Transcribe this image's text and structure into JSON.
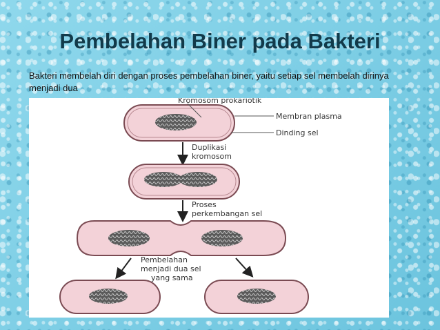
{
  "slide": {
    "title": "Pembelahan Biner pada Bakteri",
    "subtitle": "Bakteri membelah diri dengan proses pembelahan biner, yaitu setiap sel membelah dirinya menjadi dua"
  },
  "figure": {
    "label_chromosome": "Kromosom prokariotik",
    "label_membrane": "Membran plasma",
    "label_wall": "Dinding sel",
    "step1_line1": "Duplikasi",
    "step1_line2": "kromosom",
    "step2_line1": "Proses",
    "step2_line2": "perkembangan sel",
    "step3_line1": "Pembelahan",
    "step3_line2": "menjadi dua sel",
    "step3_line3": "yang sama"
  }
}
